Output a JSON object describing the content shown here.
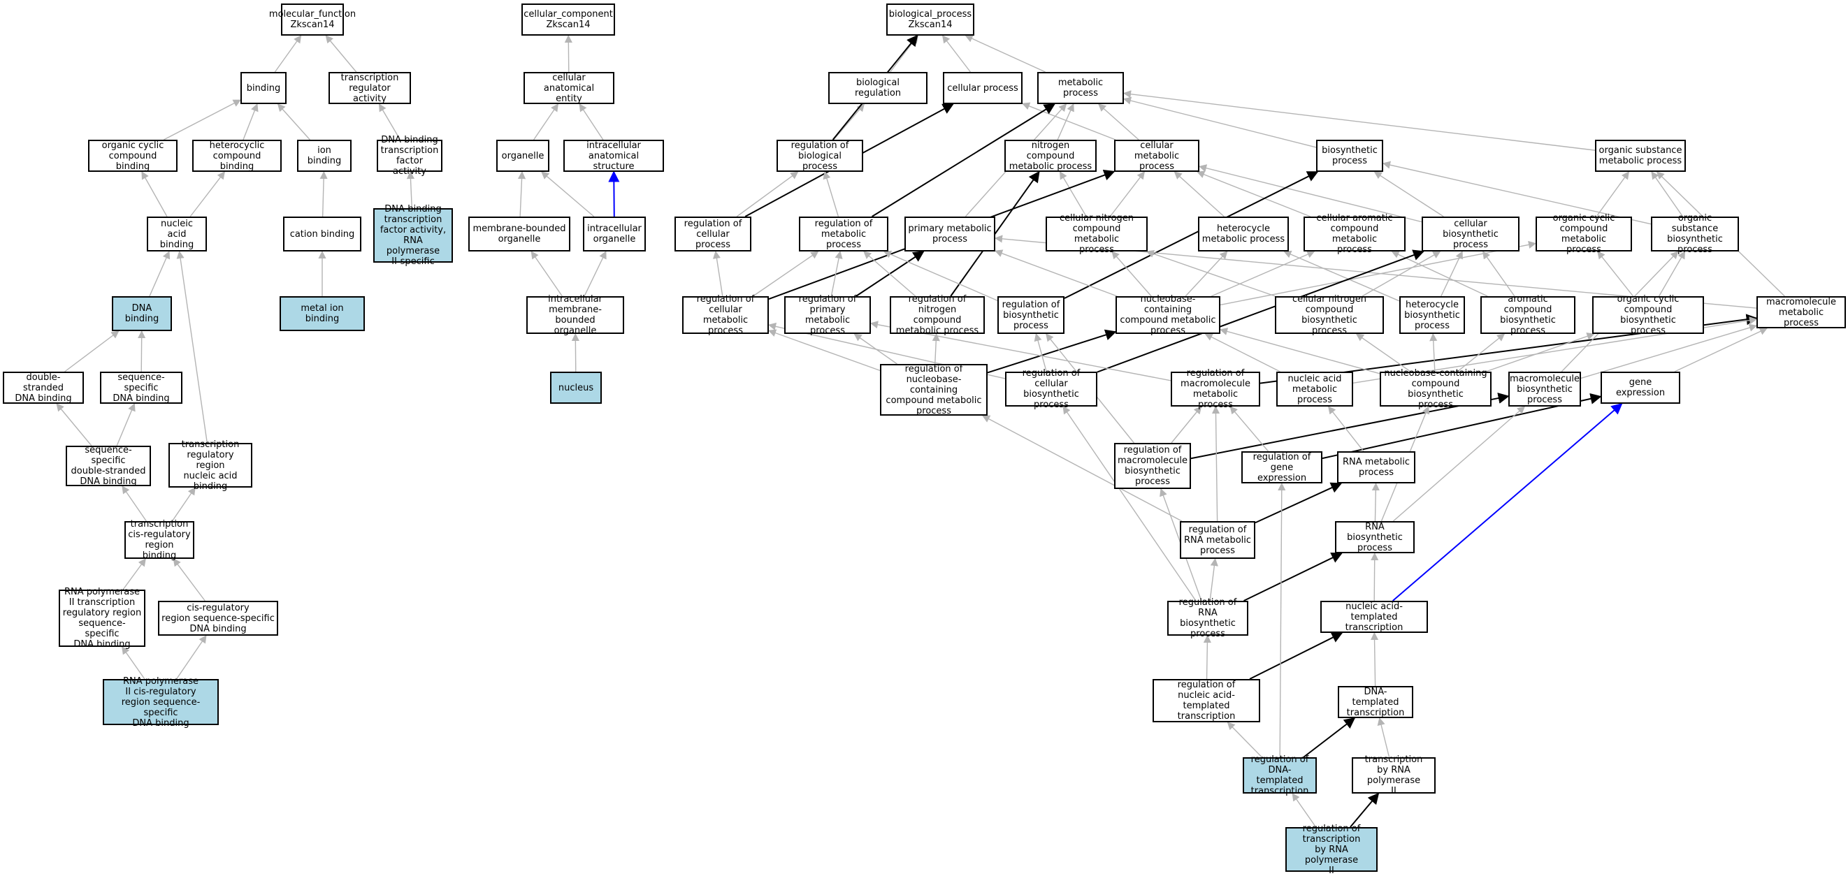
{
  "colors": {
    "highlight": "#add8e6",
    "is_a_edge": "#b4b4b4",
    "regulates_edge": "#000000",
    "part_of_edge": "#0000ff"
  },
  "nodes": [
    {
      "id": "mf",
      "label": "molecular_function\nZkscan14",
      "hl": false
    },
    {
      "id": "binding",
      "label": "binding",
      "hl": false
    },
    {
      "id": "tra",
      "label": "transcription\nregulator activity",
      "hl": false
    },
    {
      "id": "occb",
      "label": "organic cyclic\ncompound binding",
      "hl": false
    },
    {
      "id": "hcb",
      "label": "heterocyclic\ncompound binding",
      "hl": false
    },
    {
      "id": "ionb",
      "label": "ion binding",
      "hl": false
    },
    {
      "id": "dbtfa",
      "label": "DNA-binding\ntranscription\nfactor activity",
      "hl": false
    },
    {
      "id": "nab",
      "label": "nucleic acid\nbinding",
      "hl": false
    },
    {
      "id": "catb",
      "label": "cation binding",
      "hl": false
    },
    {
      "id": "dbtfa2",
      "label": "DNA-binding\ntranscription\nfactor activity,\nRNA polymerase\nII-specific",
      "hl": true
    },
    {
      "id": "dnab",
      "label": "DNA binding",
      "hl": true
    },
    {
      "id": "mib",
      "label": "metal ion binding",
      "hl": true
    },
    {
      "id": "dsdna",
      "label": "double-stranded\nDNA binding",
      "hl": false
    },
    {
      "id": "ssdna",
      "label": "sequence-specific\nDNA binding",
      "hl": false
    },
    {
      "id": "ssds",
      "label": "sequence-specific\ndouble-stranded\nDNA binding",
      "hl": false
    },
    {
      "id": "trr",
      "label": "transcription\nregulatory region\nnucleic acid\nbinding",
      "hl": false
    },
    {
      "id": "tcrb",
      "label": "transcription\ncis-regulatory\nregion binding",
      "hl": false
    },
    {
      "id": "rp2trr",
      "label": "RNA polymerase\nII transcription\nregulatory region\nsequence-specific\nDNA binding",
      "hl": false
    },
    {
      "id": "crss",
      "label": "cis-regulatory\nregion sequence-specific\nDNA binding",
      "hl": false
    },
    {
      "id": "rp2cis",
      "label": "RNA polymerase\nII cis-regulatory\nregion sequence-specific\nDNA binding",
      "hl": true
    },
    {
      "id": "cc",
      "label": "cellular_component\nZkscan14",
      "hl": false
    },
    {
      "id": "cae",
      "label": "cellular anatomical\nentity",
      "hl": false
    },
    {
      "id": "organelle",
      "label": "organelle",
      "hl": false
    },
    {
      "id": "ias",
      "label": "intracellular\nanatomical structure",
      "hl": false
    },
    {
      "id": "mbo",
      "label": "membrane-bounded\norganelle",
      "hl": false
    },
    {
      "id": "io",
      "label": "intracellular\norganelle",
      "hl": false
    },
    {
      "id": "imbo",
      "label": "intracellular\nmembrane-bounded\norganelle",
      "hl": false
    },
    {
      "id": "nucleus",
      "label": "nucleus",
      "hl": true
    },
    {
      "id": "bp",
      "label": "biological_process\nZkscan14",
      "hl": false
    },
    {
      "id": "breg",
      "label": "biological regulation",
      "hl": false
    },
    {
      "id": "cp",
      "label": "cellular process",
      "hl": false
    },
    {
      "id": "mp",
      "label": "metabolic process",
      "hl": false
    },
    {
      "id": "rbp",
      "label": "regulation of\nbiological process",
      "hl": false
    },
    {
      "id": "ncmp",
      "label": "nitrogen compound\nmetabolic process",
      "hl": false
    },
    {
      "id": "cmp",
      "label": "cellular metabolic\nprocess",
      "hl": false
    },
    {
      "id": "bsp",
      "label": "biosynthetic\nprocess",
      "hl": false
    },
    {
      "id": "osmp",
      "label": "organic substance\nmetabolic process",
      "hl": false
    },
    {
      "id": "rcp",
      "label": "regulation of\ncellular process",
      "hl": false
    },
    {
      "id": "rmp",
      "label": "regulation of\nmetabolic process",
      "hl": false
    },
    {
      "id": "pmp",
      "label": "primary metabolic\nprocess",
      "hl": false
    },
    {
      "id": "cncmp",
      "label": "cellular nitrogen\ncompound metabolic\nprocess",
      "hl": false
    },
    {
      "id": "hmp",
      "label": "heterocycle\nmetabolic process",
      "hl": false
    },
    {
      "id": "cacmp",
      "label": "cellular aromatic\ncompound metabolic\nprocess",
      "hl": false
    },
    {
      "id": "cbp",
      "label": "cellular biosynthetic\nprocess",
      "hl": false
    },
    {
      "id": "occmp",
      "label": "organic cyclic\ncompound metabolic\nprocess",
      "hl": false
    },
    {
      "id": "osbp",
      "label": "organic substance\nbiosynthetic\nprocess",
      "hl": false
    },
    {
      "id": "rcmp",
      "label": "regulation of\ncellular metabolic\nprocess",
      "hl": false
    },
    {
      "id": "rpmp",
      "label": "regulation of\nprimary metabolic\nprocess",
      "hl": false
    },
    {
      "id": "rncmp",
      "label": "regulation of\nnitrogen compound\nmetabolic process",
      "hl": false
    },
    {
      "id": "rbsp",
      "label": "regulation of\nbiosynthetic\nprocess",
      "hl": false
    },
    {
      "id": "nccmp",
      "label": "nucleobase-containing\ncompound metabolic\nprocess",
      "hl": false
    },
    {
      "id": "cncbp",
      "label": "cellular nitrogen\ncompound biosynthetic\nprocess",
      "hl": false
    },
    {
      "id": "hbp",
      "label": "heterocycle\nbiosynthetic\nprocess",
      "hl": false
    },
    {
      "id": "acbp",
      "label": "aromatic compound\nbiosynthetic\nprocess",
      "hl": false
    },
    {
      "id": "occbp",
      "label": "organic cyclic\ncompound biosynthetic\nprocess",
      "hl": false
    },
    {
      "id": "mmp",
      "label": "macromolecule\nmetabolic process",
      "hl": false
    },
    {
      "id": "rnccmp",
      "label": "regulation of\nnucleobase-containing\ncompound metabolic\nprocess",
      "hl": false
    },
    {
      "id": "rcbp",
      "label": "regulation of\ncellular biosynthetic\nprocess",
      "hl": false
    },
    {
      "id": "rmmp",
      "label": "regulation of\nmacromolecule\nmetabolic process",
      "hl": false
    },
    {
      "id": "namp",
      "label": "nucleic acid\nmetabolic process",
      "hl": false
    },
    {
      "id": "nccbp",
      "label": "nucleobase-containing\ncompound biosynthetic\nprocess",
      "hl": false
    },
    {
      "id": "mbp",
      "label": "macromolecule\nbiosynthetic\nprocess",
      "hl": false
    },
    {
      "id": "ge",
      "label": "gene expression",
      "hl": false
    },
    {
      "id": "rmbp",
      "label": "regulation of\nmacromolecule\nbiosynthetic\nprocess",
      "hl": false
    },
    {
      "id": "rge",
      "label": "regulation of\ngene expression",
      "hl": false
    },
    {
      "id": "rnamp",
      "label": "RNA metabolic\nprocess",
      "hl": false
    },
    {
      "id": "rrnamp",
      "label": "regulation of\nRNA metabolic\nprocess",
      "hl": false
    },
    {
      "id": "rnabp",
      "label": "RNA biosynthetic\nprocess",
      "hl": false
    },
    {
      "id": "rrnabp",
      "label": "regulation of\nRNA biosynthetic\nprocess",
      "hl": false
    },
    {
      "id": "natt",
      "label": "nucleic acid-templated\ntranscription",
      "hl": false
    },
    {
      "id": "rnatt",
      "label": "regulation of\nnucleic acid-templated\ntranscription",
      "hl": false
    },
    {
      "id": "dtt",
      "label": "DNA-templated\ntranscription",
      "hl": false
    },
    {
      "id": "rdtt",
      "label": "regulation of\nDNA-templated\ntranscription",
      "hl": true
    },
    {
      "id": "trp2",
      "label": "transcription\nby RNA polymerase\nII",
      "hl": false
    },
    {
      "id": "rtrp2",
      "label": "regulation of\ntranscription\nby RNA polymerase\nII",
      "hl": true
    }
  ]
}
